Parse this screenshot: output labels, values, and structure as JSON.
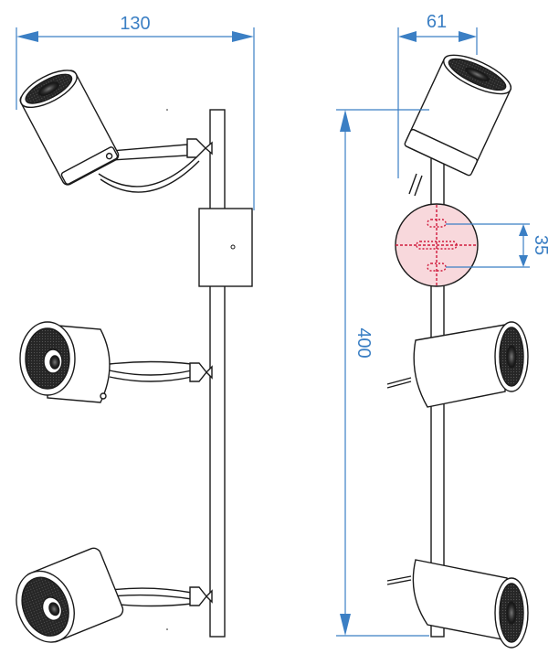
{
  "dimensions": {
    "width_front": "130",
    "depth_side": "61",
    "height_total": "400",
    "mount_spacing": "35"
  },
  "colors": {
    "dimension": "#3b7fc4",
    "outline": "#1a1a1a",
    "mount_highlight": "#d01a3c",
    "mount_fill": "#f8d8dc",
    "reflector": "#2a2a2a"
  }
}
